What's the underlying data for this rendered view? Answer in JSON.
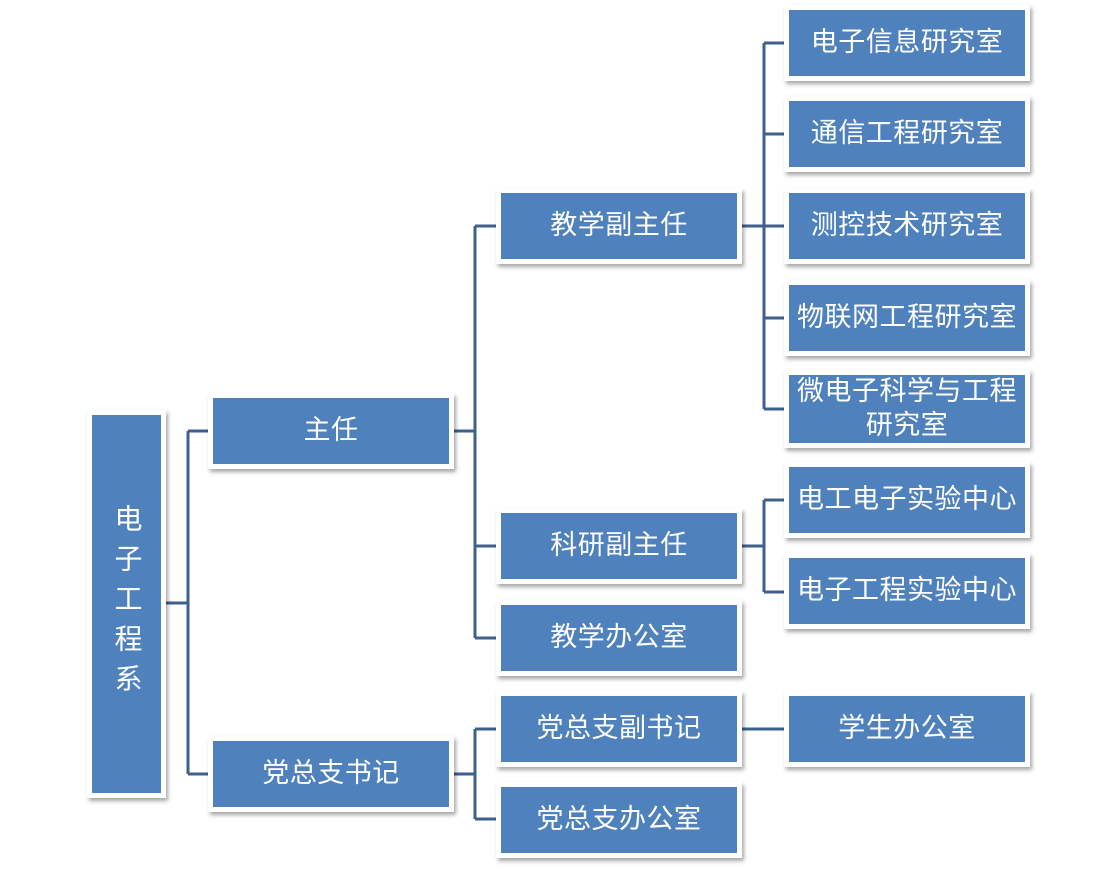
{
  "org_chart": {
    "root": {
      "label": "电子工程系"
    },
    "director": {
      "label": "主任"
    },
    "party_secretary": {
      "label": "党总支书记"
    },
    "teaching_deputy": {
      "label": "教学副主任"
    },
    "research_deputy": {
      "label": "科研副主任"
    },
    "teaching_office": {
      "label": "教学办公室"
    },
    "party_deputy_secretary": {
      "label": "党总支副书记"
    },
    "party_office": {
      "label": "党总支办公室"
    },
    "labs": [
      {
        "label": "电子信息研究室"
      },
      {
        "label": "通信工程研究室"
      },
      {
        "label": "测控技术研究室"
      },
      {
        "label": "物联网工程研究室"
      },
      {
        "label": "微电子科学与工程研究室"
      }
    ],
    "centers": [
      {
        "label": "电工电子实验中心"
      },
      {
        "label": "电子工程实验中心"
      }
    ],
    "student_office": {
      "label": "学生办公室"
    }
  }
}
